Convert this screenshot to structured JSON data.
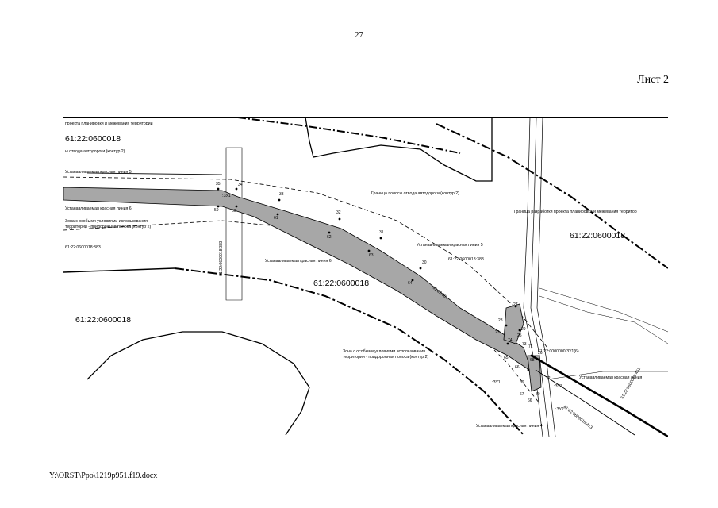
{
  "page": {
    "number": "27",
    "sheet_label": "Лист 2",
    "footer_path": "Y:\\ORST\\Ppo\\1219p951.f19.docx"
  },
  "map": {
    "header_label": "проекта планировки и межевания территории",
    "road_allotment_top": "ы отвода автодороги (контур 2)",
    "top_right_boundary": "Граница разработки проекта планировки и межевания территор",
    "allotment_boundary": "Граница полосы отвода автодороги (контур 2)",
    "zone_label_left": [
      "Зона с особыми условиями использования",
      "территории - придорожная полоса (контур 2)"
    ],
    "zone_label_right": [
      "Зона с особыми условиями использования",
      "территории - придорожная полоса (контур 2)"
    ],
    "red_lines": {
      "line5_left": "Устанавливаемая красная линия 5",
      "line6_left": "Устанавливаемая красная линия 6",
      "line5_right": "Устанавливаемая красная линия 5",
      "line6_right": "Устанавливаемая красная линия 6",
      "line_right_edge": "Устанавливаемая красная линия",
      "line4": "Устанавливаемая красная линия 4"
    },
    "parcels": {
      "p_top_left": "61:22:0600018",
      "p_mid_left": "61:22:0600018",
      "p_center": "61:22:0600018",
      "p_right": "61:22:0600018",
      "c383_left": "61:22:0600018:383",
      "c383_vertical": "61:22:0600018:383",
      "c388": "61:22:0600018:388",
      "c0000": "61:22:0000000:ЗУ1(6)",
      "c413": "61:22:0600018:413",
      "c451": "61:22:0600018:451",
      "road_partial": "61:22:06..."
    },
    "zu": {
      "zu1_top": ":ЗУ1",
      "zu1_bottom": ":ЗУ1",
      "zu1_right": ":ЗУ1",
      "zu2_right": ":ЗУ2"
    },
    "point_numbers": {
      "p35": "35",
      "p34": "34",
      "p33": "33",
      "p59": "59",
      "p60": "60",
      "p61": "61",
      "p32": "32",
      "p62": "62",
      "p31": "31",
      "p63": "63",
      "p30": "30",
      "p64": "64",
      "p27": "27",
      "p28": "28",
      "p29": "29",
      "p25": "25",
      "p74": "74",
      "p26": "26",
      "p73": "73",
      "p71": "71",
      "p23": "23",
      "p65": "65",
      "p66": "66",
      "p68": "68",
      "p69": "69",
      "p67": "67",
      "p70": "70",
      "p72": "72",
      "p66b": "66"
    }
  }
}
